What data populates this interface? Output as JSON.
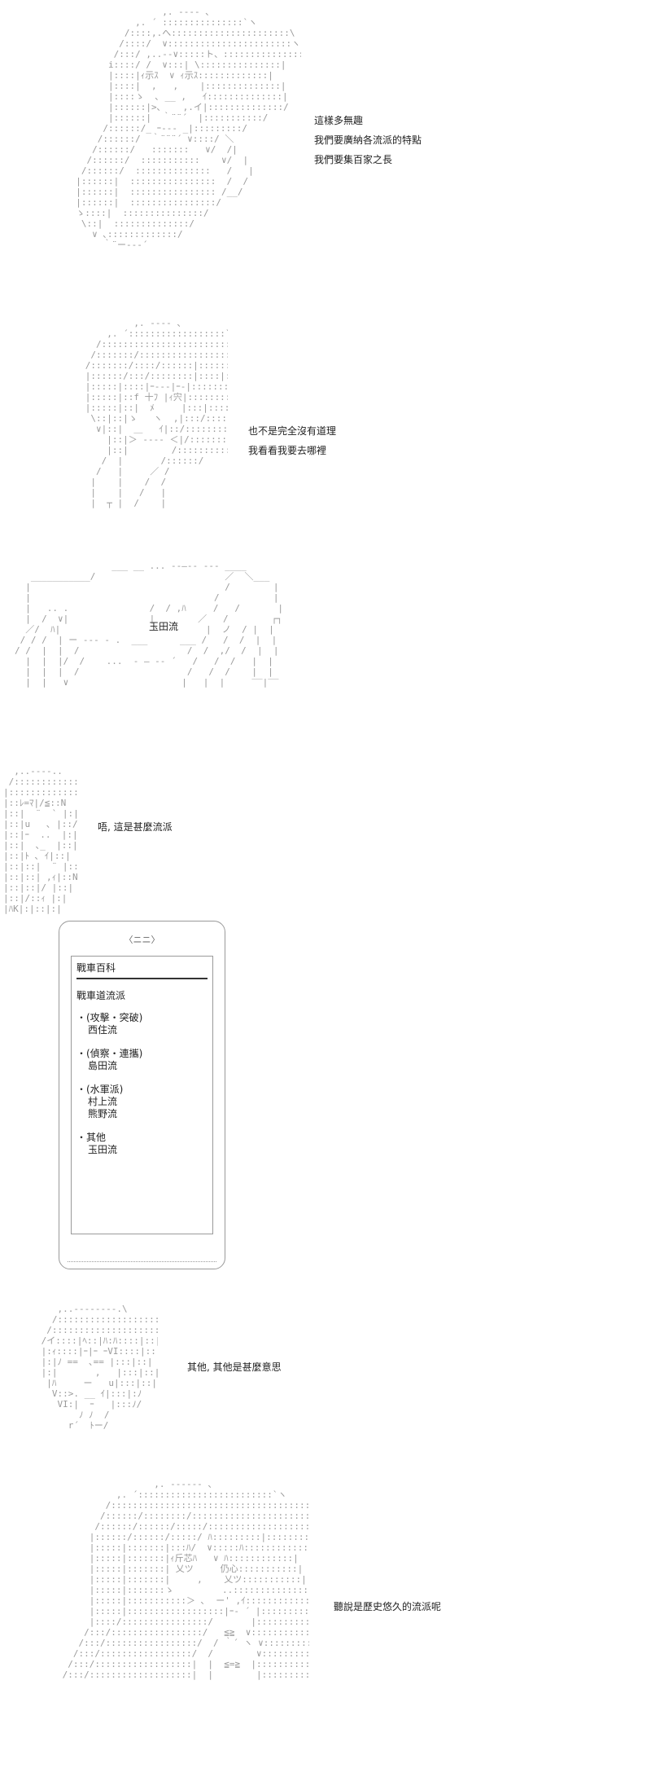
{
  "panels": [
    {
      "dialog": [
        "這樣多無趣",
        "我們要廣納各流派的特點",
        "我們要集百家之長"
      ]
    },
    {
      "dialog": [
        "也不是完全沒有道理",
        "我看看我要去哪裡"
      ]
    },
    {
      "sign_label": "玉田流"
    },
    {
      "dialog": [
        "唔, 這是甚麼流派"
      ]
    },
    {
      "phone": {
        "title": "〈ニニ〉",
        "header": "戰車百科",
        "subtitle": "戰車道流派",
        "groups": [
          {
            "category": "・(攻擊・突破)",
            "items": [
              "西住流"
            ]
          },
          {
            "category": "・(偵察・連攜)",
            "items": [
              "島田流"
            ]
          },
          {
            "category": "・(水軍派)",
            "items": [
              "村上流",
              "熊野流"
            ]
          },
          {
            "category": "・其他",
            "items": [
              "玉田流"
            ]
          }
        ]
      }
    },
    {
      "dialog": [
        "其他, 其他是甚麼意思"
      ]
    },
    {
      "dialog": [
        "聽說是歷史悠久的流派呢"
      ]
    }
  ]
}
